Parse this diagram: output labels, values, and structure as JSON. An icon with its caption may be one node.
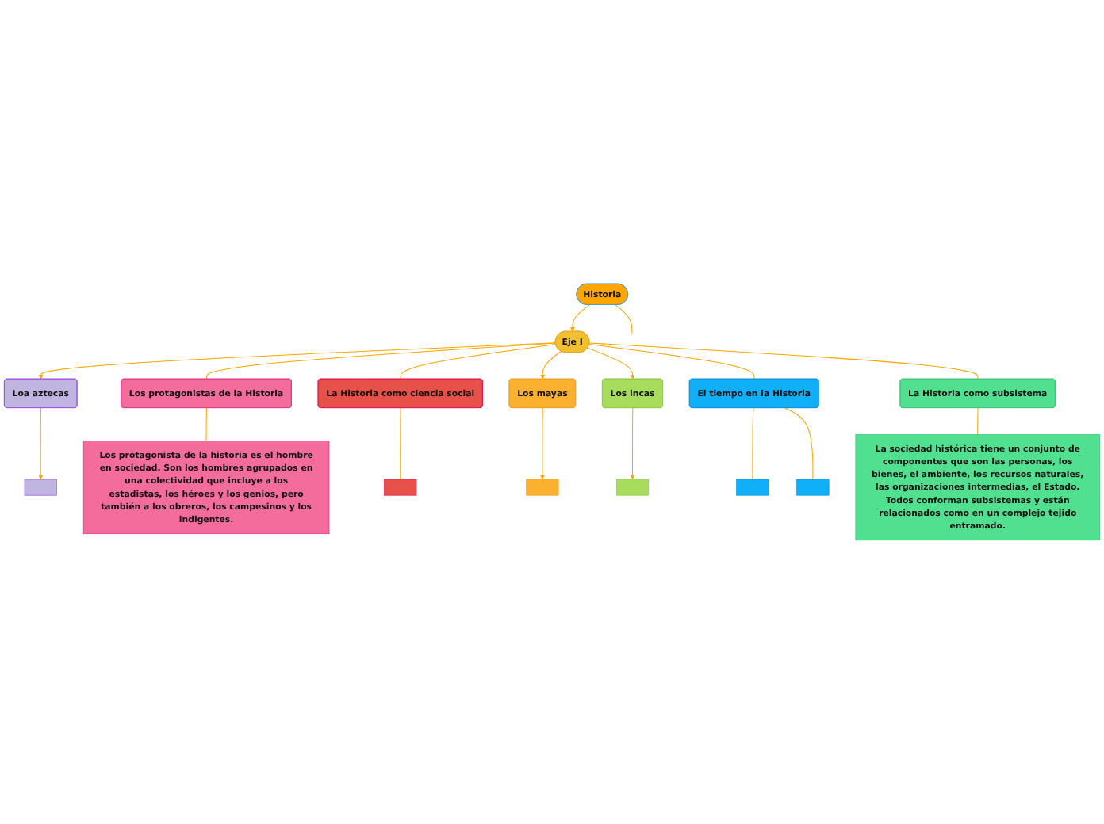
{
  "diagram": {
    "nodes": [
      {
        "text": [
          "Historia"
        ]
      },
      {
        "text": [
          "Loa aztecas"
        ]
      },
      {
        "text": [],
        "shape": "box"
      },
      {
        "text": [
          "Los protagonistas de la Historia"
        ]
      },
      {
        "text": [
          "Los protagonista de la historia es el hombre en sociedad. Son los hombres agrupados en una colectividad que incluye a los estadistas, los héroes y los genios, pero también a los obreros, los campesinos y los indigentes."
        ]
      },
      {
        "text": [
          "La Historia como ciencia social"
        ]
      },
      {
        "text": [],
        "shape": "box"
      },
      {
        "text": [
          "Eje I"
        ]
      },
      {
        "text": [
          "Los mayas"
        ]
      },
      {
        "text": [],
        "shape": "box"
      },
      {
        "text": [
          "Los incas"
        ]
      },
      {
        "text": [],
        "shape": "box"
      },
      {
        "text": [
          "El tiempo en la Historia"
        ]
      },
      {
        "text": [],
        "shape": "box"
      },
      {
        "text": [],
        "shape": "box"
      },
      {
        "text": [
          "La Historia como subsistema"
        ]
      },
      {
        "text": [
          "La sociedad histórica tiene un conjunto de componentes que son las personas, los bienes, el ambiente, los recursos naturales, las organizaciones intermedias, el Estado. Todos conforman subsistemas y están relacionados como en un complejo tejido entramado."
        ]
      }
    ],
    "edges": [
      {
        "from": 0,
        "to": null,
        "arrow": "none"
      },
      {
        "from": 0,
        "to": 7,
        "arrow": "to"
      },
      {
        "from": 7,
        "to": 1,
        "arrow": "to"
      },
      {
        "from": 1,
        "to": 2,
        "arrow": "to"
      },
      {
        "from": 7,
        "to": 3,
        "arrow": "none"
      },
      {
        "from": 3,
        "to": 4,
        "arrow": "none"
      },
      {
        "from": 7,
        "to": 5,
        "arrow": "none"
      },
      {
        "from": 5,
        "to": 6,
        "arrow": "none"
      },
      {
        "from": 7,
        "to": 8,
        "arrow": "to"
      },
      {
        "from": 8,
        "to": 9,
        "arrow": "to"
      },
      {
        "from": 7,
        "to": 10,
        "arrow": "to"
      },
      {
        "from": 10,
        "to": 11,
        "arrow": "to"
      },
      {
        "from": 7,
        "to": 12,
        "arrow": "none"
      },
      {
        "from": 12,
        "to": 13,
        "arrow": "none"
      },
      {
        "from": 12,
        "to": 14,
        "arrow": "none"
      },
      {
        "from": 7,
        "to": 15,
        "arrow": "none"
      },
      {
        "from": 15,
        "to": 16,
        "arrow": "none"
      }
    ]
  }
}
